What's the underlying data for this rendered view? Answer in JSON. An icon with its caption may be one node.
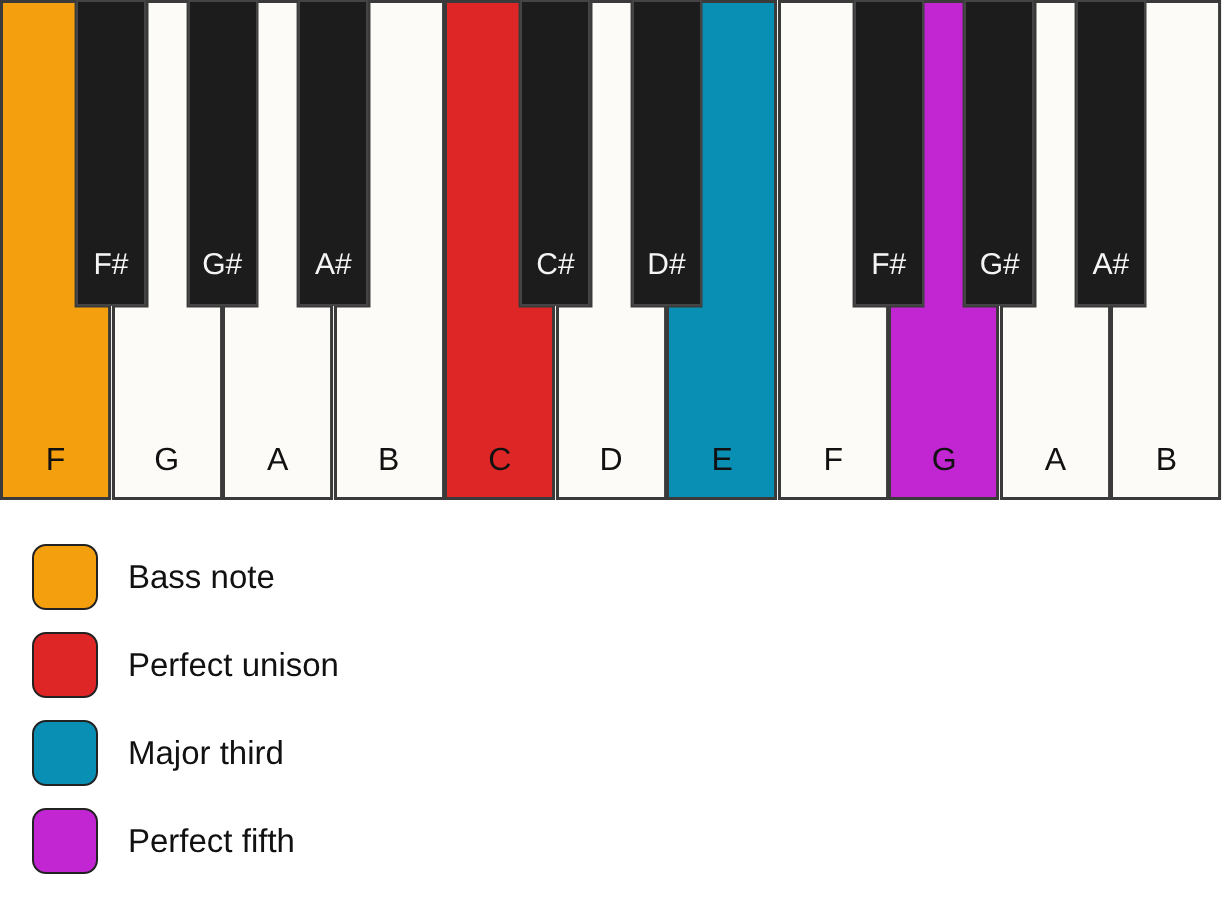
{
  "diagram": {
    "nodes": [
      {
        "text": [
          "F"
        ]
      },
      {
        "text": [
          "F#"
        ]
      },
      {
        "text": [
          "G"
        ]
      },
      {
        "text": [
          "G#"
        ]
      },
      {
        "text": [
          "A"
        ]
      },
      {
        "text": [
          "A#"
        ]
      },
      {
        "text": [
          "B"
        ]
      },
      {
        "text": [
          "C"
        ]
      },
      {
        "text": [
          "C#"
        ]
      },
      {
        "text": [
          "D"
        ]
      },
      {
        "text": [
          "D#"
        ]
      },
      {
        "text": [
          "E"
        ]
      },
      {
        "text": [
          "F"
        ]
      },
      {
        "text": [
          "F#"
        ]
      },
      {
        "text": [
          "G"
        ]
      },
      {
        "text": [
          "G#"
        ]
      },
      {
        "text": [
          "A"
        ]
      },
      {
        "text": [
          "A#"
        ]
      },
      {
        "text": [
          "B"
        ]
      }
    ],
    "legend": [
      {
        "text": "Bass note",
        "color": "#f4a00e"
      },
      {
        "text": "Perfect unison",
        "color": "#de2626"
      },
      {
        "text": "Major third",
        "color": "#0a8fb4"
      },
      {
        "text": "Perfect fifth",
        "color": "#c126d2"
      }
    ]
  }
}
